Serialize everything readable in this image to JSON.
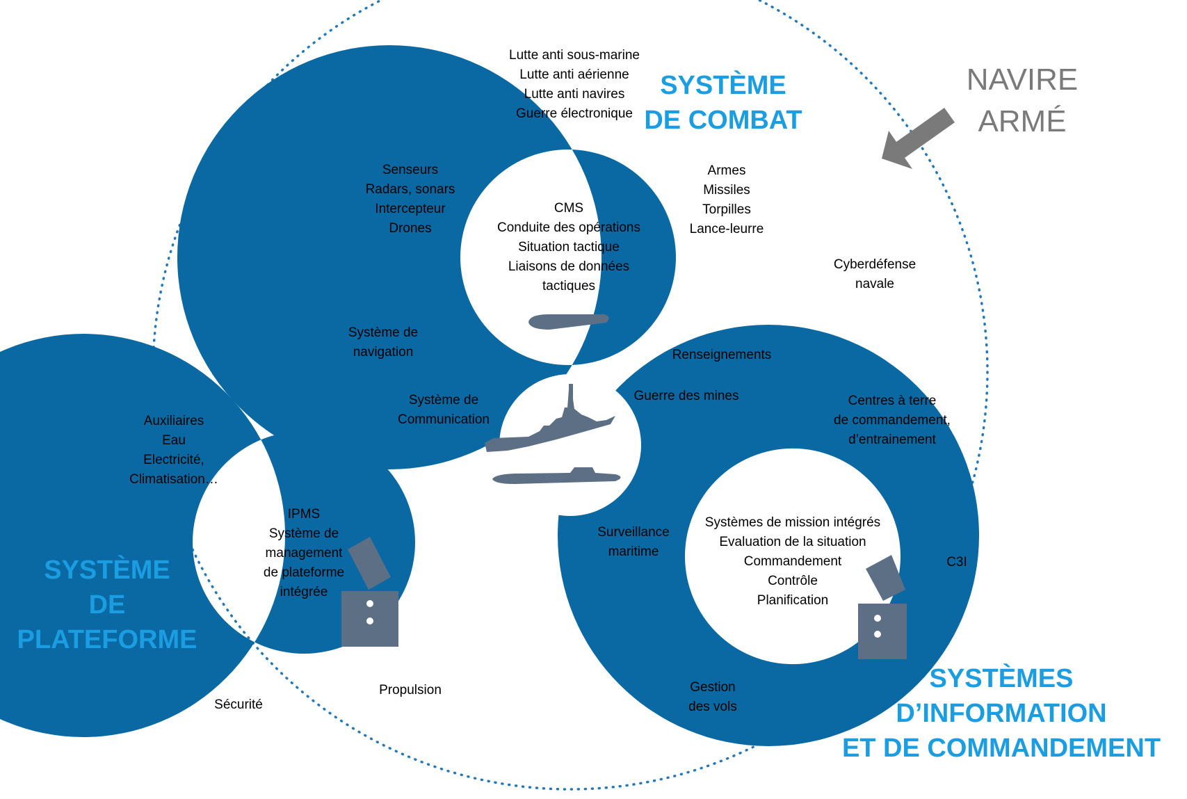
{
  "colors": {
    "ring": "#0a69a3",
    "title": "#1b9de2",
    "dotted": "#2478b8",
    "corner_text": "#7a7a7a",
    "arrow": "#7a7a7a",
    "vessel": "#5d6f85"
  },
  "corner": {
    "label": "NAVIRE\nARMÉ"
  },
  "combat": {
    "title": "SYSTÈME\nDE COMBAT",
    "top": "Lutte anti sous-marine\nLutte anti aérienne\nLutte anti navires\nGuerre électronique",
    "left": "Senseurs\nRadars, sonars\nIntercepteur\nDrones",
    "right": "Armes\nMissiles\nTorpilles\nLance-leurre",
    "center": "CMS\nConduite des opérations\nSituation tactique\nLiaisons de données\ntactiques"
  },
  "platform": {
    "title": "SYSTÈME\nDE\nPLATEFORME",
    "auxiliaires": "Auxiliaires\nEau\nElectricité,\nClimatisation…",
    "center": "IPMS\nSystème de\nmanagement\nde plateforme\nintégrée",
    "securite": "Sécurité",
    "propulsion": "Propulsion"
  },
  "info": {
    "title": "SYSTÈMES\nD’INFORMATION\nET DE COMMANDEMENT",
    "centres": "Centres à terre\nde commandement,\nd’entrainement",
    "center": "Systèmes de mission intégrés\nEvaluation de la situation\nCommandement\nContrôle\nPlanification",
    "c3i": "C3I",
    "surveillance": "Surveillance\nmaritime",
    "gestion": "Gestion\ndes vols"
  },
  "shared": {
    "navigation": "Système de\nnavigation",
    "communication": "Système de\nCommunication",
    "renseignements": "Renseignements",
    "guerre_mines": "Guerre des mines",
    "cyberdefense": "Cyberdéfense\nnavale"
  }
}
